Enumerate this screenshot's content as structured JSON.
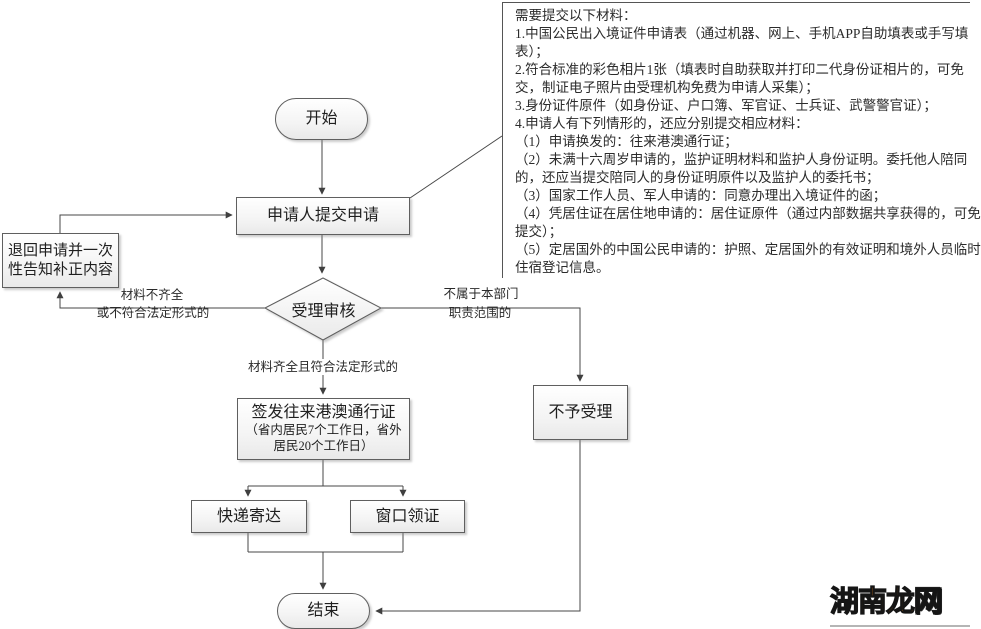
{
  "panel": {
    "lines": [
      "需要提交以下材料：",
      "1.中国公民出入境证件申请表（通过机器、网上、手机APP自助填表或手写填",
      "表）；",
      "2.符合标准的彩色相片1张（填表时自助获取并打印二代身份证相片的，可免",
      "交，制证电子照片由受理机构免费为申请人采集）；",
      "3.身份证件原件（如身份证、户口簿、军官证、士兵证、武警警官证）；",
      "4.申请人有下列情形的，还应分别提交相应材料：",
      "（1）申请换发的：往来港澳通行证；",
      "（2）未满十六周岁申请的，监护证明材料和监护人身份证明。委托他人陪同",
      "的，还应当提交陪同人的身份证明原件以及监护人的委托书；",
      "（3）国家工作人员、军人申请的：同意办理出入境证件的函；",
      "（4）凭居住证在居住地申请的：居住证原件（通过内部数据共享获得的，可免",
      "提交）；",
      "（5）定居国外的中国公民申请的：护照、定居国外的有效证明和境外人员临时",
      "住宿登记信息。"
    ]
  },
  "flow": {
    "start": "开始",
    "submit": "申请人提交申请",
    "return_box": {
      "line1": "退回申请并一次",
      "line2": "性告知补正内容"
    },
    "review": "受理审核",
    "issue": {
      "line1": "签发往来港澳通行证",
      "line2": "（省内居民7个工作日，省外",
      "line3": "居民20个工作日）"
    },
    "deny": "不予受理",
    "express": "快递寄达",
    "window": "窗口领证",
    "end": "结束"
  },
  "edge_labels": {
    "incomplete_line1": "材料不齐全",
    "incomplete_line2": "或不符合法定形式的",
    "complete": "材料齐全且符合法定形式的",
    "not_scope_line1": "不属于本部门",
    "not_scope_line2": "职责范围的"
  },
  "watermark": {
    "part1": "湖南",
    "part2": "龙",
    "part3": "网",
    "orange": "#e97e17",
    "outline": "#151515"
  },
  "colors": {
    "connector": "#474747",
    "node_border": "#5f5f5f",
    "panel_border": "#555555"
  }
}
